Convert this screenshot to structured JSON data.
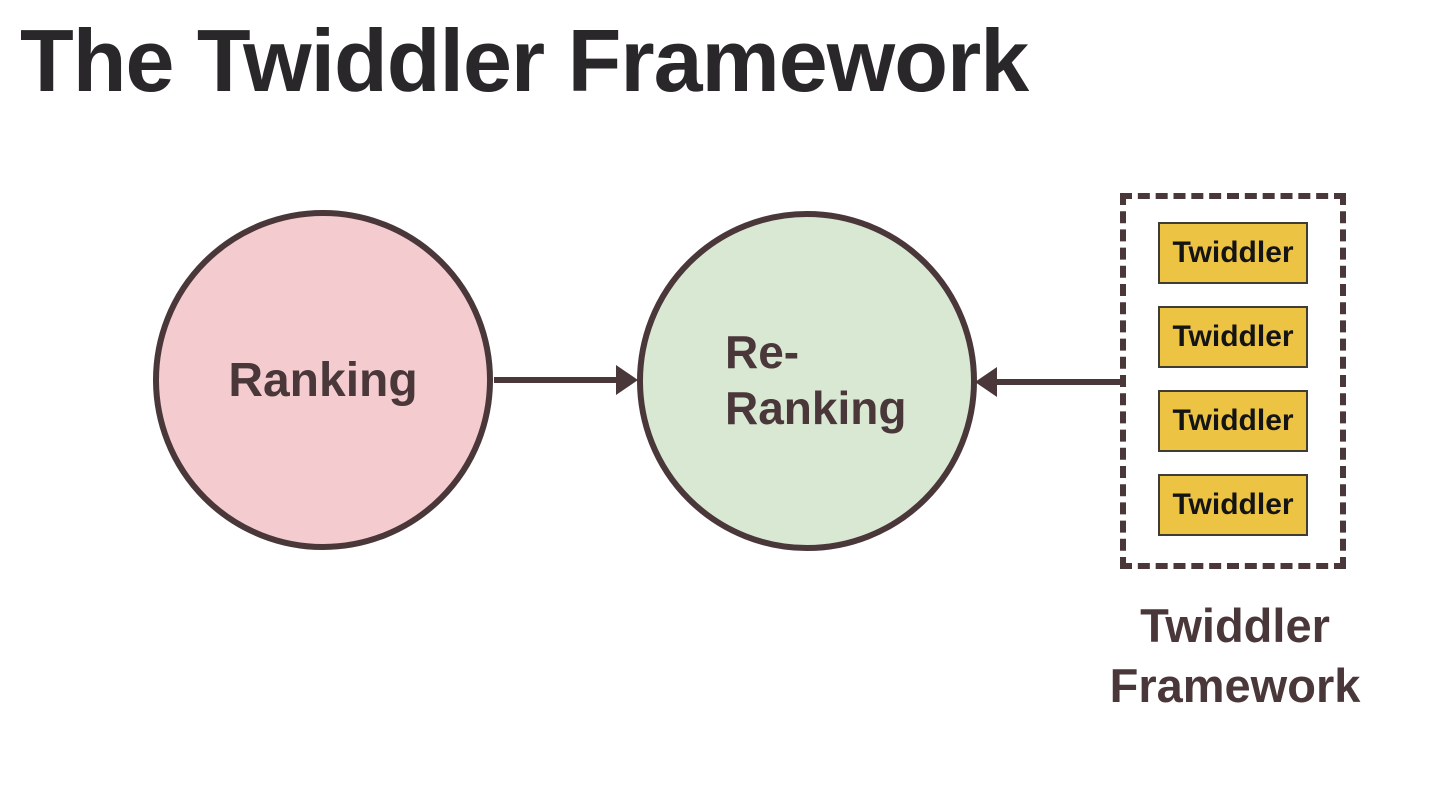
{
  "title": "The Twiddler Framework",
  "diagram": {
    "ranking_node": {
      "label": "Ranking"
    },
    "reranking_node": {
      "label": "Re-Ranking"
    },
    "arrows": [
      {
        "name": "ranking-to-reranking",
        "direction": "right"
      },
      {
        "name": "twiddlers-to-reranking",
        "direction": "left"
      }
    ],
    "twiddler_panel": {
      "items": [
        {
          "label": "Twiddler"
        },
        {
          "label": "Twiddler"
        },
        {
          "label": "Twiddler"
        },
        {
          "label": "Twiddler"
        }
      ],
      "caption": "Twiddler Framework"
    }
  },
  "theme": {
    "title_color": "#29272a",
    "outline": "#4a373a",
    "ranking_fill": "#f4cccf",
    "reranking_fill": "#d9e8d3",
    "twiddler_fill": "#edc344",
    "twiddler_border": "#3f3d33",
    "twiddler_text": "#141414",
    "bg": "#ffffff"
  }
}
